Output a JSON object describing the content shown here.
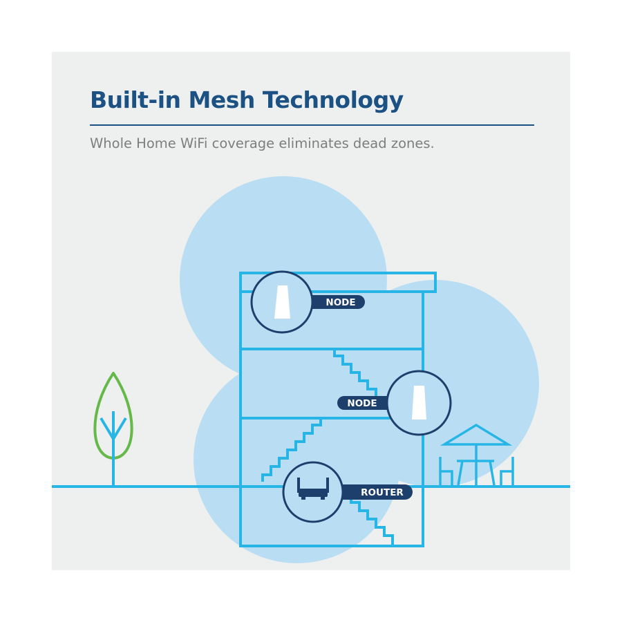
{
  "header": {
    "title": "Built-in Mesh Technology",
    "subtitle": "Whole Home WiFi coverage eliminates dead zones."
  },
  "devices": {
    "node_top": {
      "label": "NODE",
      "icon": "node-icon"
    },
    "node_middle": {
      "label": "NODE",
      "icon": "node-icon"
    },
    "router": {
      "label": "ROUTER",
      "icon": "router-icon"
    }
  },
  "colors": {
    "title": "#1c5283",
    "subtitle": "#7d7d7d",
    "background": "#eef0ef",
    "coverage": "#b9def3",
    "line": "#27b5e6",
    "device_circle": "#1c3f6b",
    "label_pill": "#1c3f6b",
    "tree": "#67b84a"
  }
}
